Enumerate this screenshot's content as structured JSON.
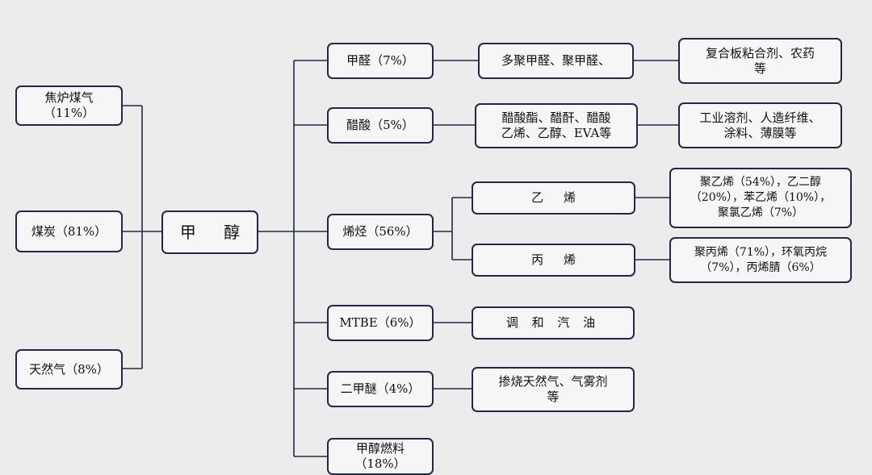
{
  "sources": {
    "coke_gas": "焦炉煤气\n（11%）",
    "coal": "煤炭（81%）",
    "natural_gas": "天然气（8%）"
  },
  "methanol": "甲 醇",
  "derivatives": {
    "formaldehyde": "甲醛（7%）",
    "acetic_acid": "醋酸（5%）",
    "olefins": "烯烃（56%）",
    "mtbe": "MTBE（6%）",
    "dme": "二甲醚（4%）",
    "methanol_fuel": "甲醇燃料\n（18%）"
  },
  "products": {
    "formaldehyde_product": "多聚甲醛、聚甲醛、",
    "acetic_acid_product": "醋酸酯、醋酐、醋酸\n乙烯、乙醇、EVA等",
    "ethylene": "乙 烯",
    "propylene": "丙 烯",
    "blended_gasoline": "调 和 汽 油",
    "dme_product": "掺烧天然气、气雾剂\n等"
  },
  "applications": {
    "formaldehyde_app": "复合板粘合剂、农药\n等",
    "acetic_acid_app": "工业溶剂、人造纤维、\n涂料、薄膜等",
    "ethylene_app": "聚乙烯（54%），乙二醇\n（20%），苯乙烯（10%），\n聚氯乙烯（7%）",
    "propylene_app": "聚丙烯（71%），环氧丙烷\n（7%），丙烯腈（6%）"
  }
}
